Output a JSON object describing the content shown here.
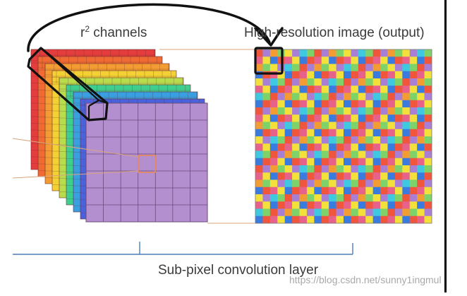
{
  "labels": {
    "channels_base": "r",
    "channels_exp": "2",
    "channels_rest": " channels",
    "output": "High-resolution image (output)",
    "layer": "Sub-pixel convolution layer",
    "watermark": "https://blog.csdn.net/sunny1ingmul"
  },
  "colors": {
    "channel_layers": [
      "#e53d3d",
      "#f06a33",
      "#f39c32",
      "#f3d033",
      "#b9dc4d",
      "#3ecf8e",
      "#3a9fe0",
      "#4a63dd"
    ],
    "front_face": "#b48fcf",
    "grid_line": "#6a4b7a",
    "patch_outline": "#e98a5b",
    "output_palette": [
      "#f0563c",
      "#f39c32",
      "#f3e03a",
      "#3ec9e0",
      "#3a7bdf",
      "#a87fd4",
      "#e6628a",
      "#7dd36a"
    ],
    "ink": "#111111",
    "bracket": "#4a7fb8",
    "guide_line": "#d9a37a"
  }
}
